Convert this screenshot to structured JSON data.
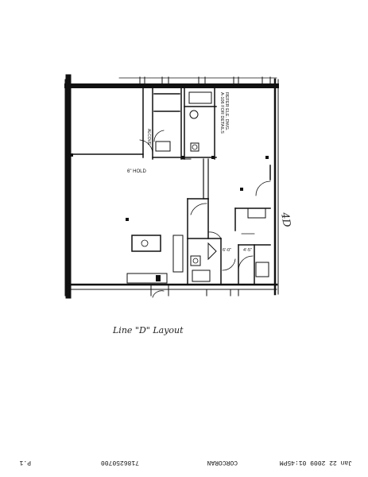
{
  "drawing": {
    "room_labels": {
      "alcove": "ALCOVE",
      "refer_note_line1": "REFER ELE. DWG.",
      "refer_note_line2": "A-106 FOR DETAILS",
      "hold_note": "6\" HOLD",
      "dim_left": "6'-0\"",
      "dim_right": "4'-5\"",
      "unit_tag": "4D"
    },
    "handwritten_caption": "Line \"D\" Layout"
  },
  "fax_header": {
    "page": "P.1",
    "number": "7186250700",
    "sender": "CORCORAN",
    "timestamp": "Jan 22 2009 01:45PM"
  }
}
